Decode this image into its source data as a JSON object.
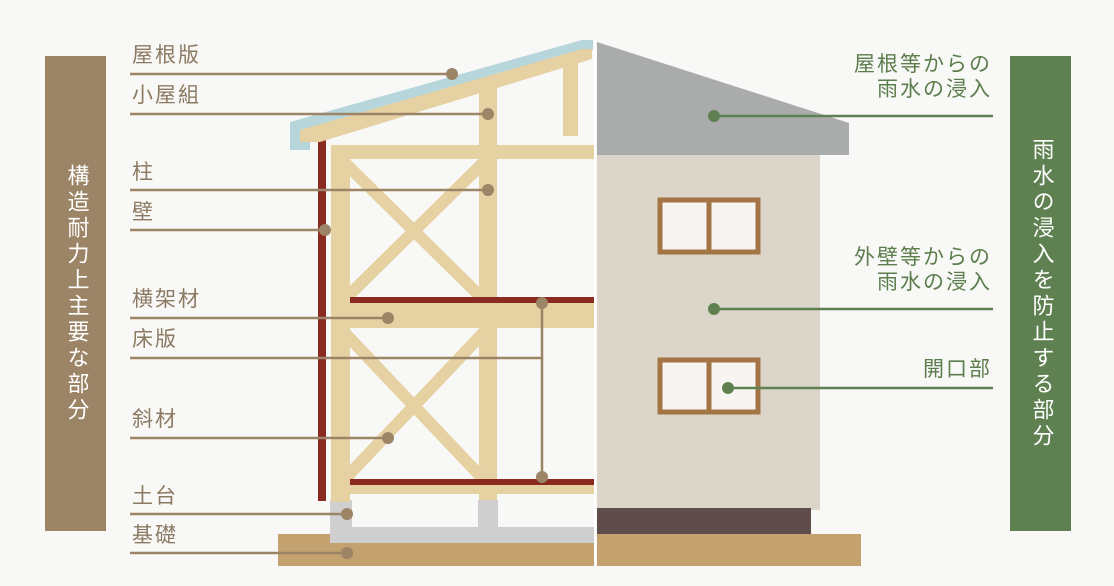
{
  "left_panel": {
    "title": "構造耐力上主要な部分",
    "color": "#9c8466"
  },
  "right_panel": {
    "title": "雨水の浸入を防止する部分",
    "color": "#5f8152"
  },
  "structure_labels": [
    "屋根版",
    "小屋組",
    "柱",
    "壁",
    "横架材",
    "床版",
    "斜材",
    "土台",
    "基礎"
  ],
  "water_labels": {
    "roof": [
      "屋根等からの",
      "雨水の浸入"
    ],
    "wall": [
      "外壁等からの",
      "雨水の浸入"
    ],
    "opening": "開口部"
  },
  "colors": {
    "wood": "#e6d1a3",
    "roof_board": "#b7d6dc",
    "beam_red": "#8a2a20",
    "structure_line": "#9c8466",
    "water_line": "#5f8152",
    "roof_grey": "#a9acab",
    "exterior_wall": "#dcd5c9",
    "ground": "#c3a26f",
    "foundation": "#cfcfcf",
    "base_dark": "#5e4d4a",
    "window_frame": "#a37545"
  }
}
